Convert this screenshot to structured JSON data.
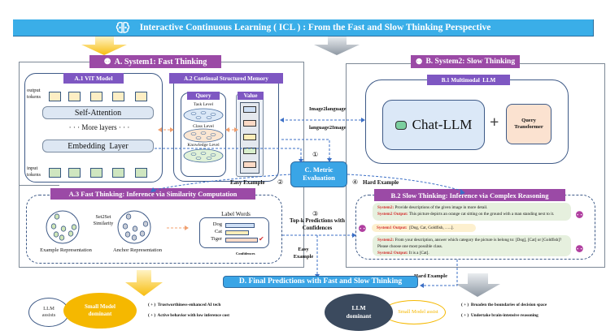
{
  "title": "Interactive Continuous Learning ( ICL ) : From the Fast and Slow Thinking Perspective",
  "colors": {
    "title_bar": "#3aaee8",
    "section_tag": "#9b4aa6",
    "subsection_tag": "#7e57c2",
    "fast_arrow": "#f8c21a",
    "slow_arrow": "#9aa3ad",
    "small_model": "#f5b800",
    "llm": "#3b4a5e",
    "red_label": "#d32f2f"
  },
  "system1": {
    "tag": "A. System1: Fast Thinking",
    "vit": {
      "tag": "A.1 ViT Model",
      "output_tokens": "output tokens",
      "input_tokens": "input tokens",
      "self_attention": "Self-Attention",
      "more_layers": "· · · More layers · · ·",
      "embedding": "Embedding  Layer"
    },
    "memory": {
      "tag": "A.2 Continual Structured Memory",
      "query_tag": "Query",
      "value_tag": "Value",
      "levels": [
        "Task Level",
        "Class Level",
        "Knowledge Level"
      ]
    },
    "fast_inference": {
      "tag": "A.3 Fast Thinking: Inference via Similarity Computation",
      "example_rep": "Example Representation",
      "anchor_rep": "Anchor Representation",
      "similarity": "Set2Set Similarity",
      "label_words": "Label Words",
      "labels": [
        {
          "name": "Dog",
          "confidence": 0.85
        },
        {
          "name": "Cat",
          "confidence": 0.7
        },
        {
          "name": "Tiger",
          "confidence": 0.95
        }
      ],
      "confidences": "Confidences"
    }
  },
  "system2": {
    "tag": "B. System2: Slow Thinking",
    "mllm": {
      "tag": "B.1 Multimodal  LLM",
      "chat_llm": "Chat-LLM",
      "plus": "+",
      "query_transformer": "Query Transformer"
    },
    "slow_inference": {
      "tag": "B.2 Slow Thinking: Inference via Complex Reasoning",
      "dialogue": [
        {
          "speaker": "System2:",
          "text": " Provide descriptions of the given image in more detail."
        },
        {
          "speaker": "System2 Output:",
          "text": " This picture depicts an orange cat sitting on the ground with a man standing next to it."
        },
        {
          "speaker": "System1 Output:",
          "text": "  [Dog, Cat, Goldfish, …..]."
        },
        {
          "speaker": "System2:",
          "text": " From your description, answer which category the picture is belong to: [Dog], [Cat] or [Goldfish]? Please choose one most possible class."
        },
        {
          "speaker": "System2 Output:",
          "text": " It is a [Cat]."
        }
      ]
    }
  },
  "connectors": {
    "image2language": "Image2language",
    "language2image": "language2Image",
    "step1": "①",
    "step2": "②",
    "step3": "③",
    "step4": "④",
    "easy_example": "Easy Example",
    "hard_example": "Hard Example",
    "topk": "Top-k Predictions with Confidences",
    "easy_example2": "Easy Example",
    "hard_example2": "Hard Example"
  },
  "metric": "C. Metric Evaluation",
  "final": "D. Final Predictions with Fast and Slow Thinking",
  "bottom_left": {
    "llm_assists": "LLM assists",
    "small_dominant": "Small Model dominant",
    "points": [
      "( + )  Trustworthiness-enhanced AI tech",
      "( + )  Active behavior with low inference cost"
    ]
  },
  "bottom_right": {
    "llm_dominant": "LLM dominant",
    "small_assist": "Small Model assist",
    "points": [
      "( + )  Broaden the boundaries of decision space",
      "( + )  Undertake brain-intensive reasoning"
    ]
  }
}
